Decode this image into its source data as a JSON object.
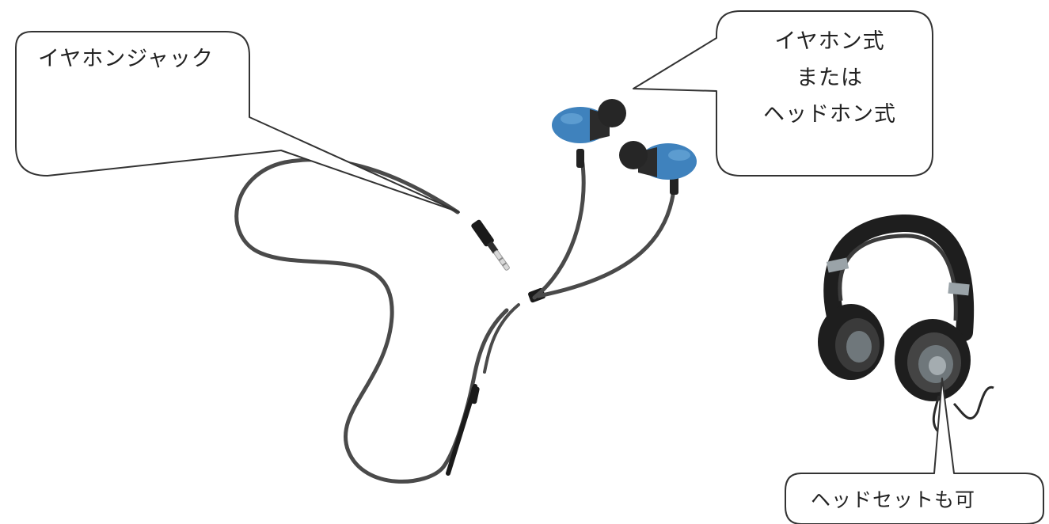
{
  "callouts": {
    "jack": {
      "text": "イヤホンジャック"
    },
    "type": {
      "lines": [
        "イヤホン式",
        "または",
        "ヘッドホン式"
      ]
    },
    "headset": {
      "text": "ヘッドセットも可"
    }
  },
  "colors": {
    "cable": "#4a4a4a",
    "earbud_shell": "#3f82bd",
    "eartip": "#2b2b2b",
    "headphone_body": "#1e1e1e",
    "headphone_band_accent": "#9aa3a8",
    "bubble_stroke": "#333333"
  },
  "icons": [
    "earphones-illustration",
    "audio-jack-plug",
    "headphones-illustration"
  ]
}
